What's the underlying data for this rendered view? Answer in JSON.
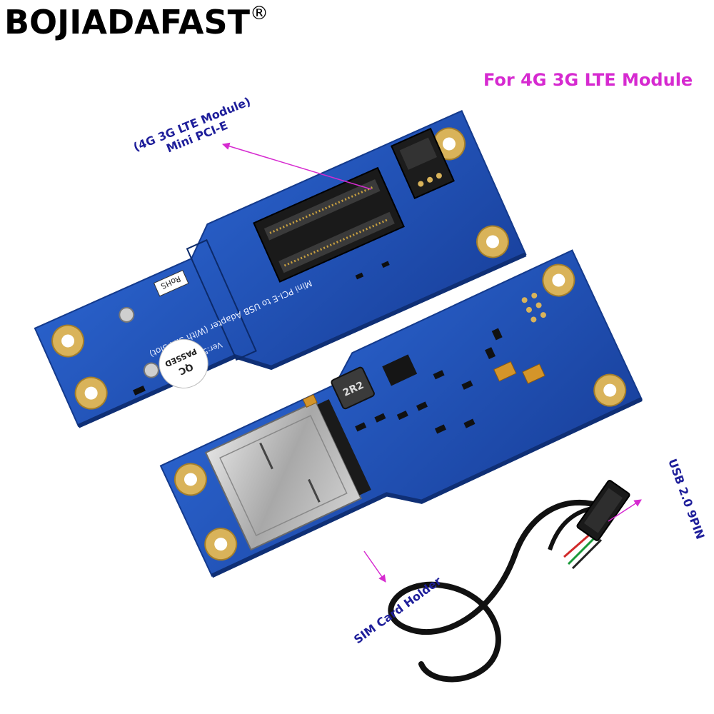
{
  "brand": {
    "name": "BOJIADAFAST",
    "mark": "®"
  },
  "headline": "For 4G 3G LTE Module",
  "callouts": {
    "mini_pcie_line1": "(4G 3G LTE Module)",
    "mini_pcie_line2": "Mini PCI-E",
    "sim_holder": "SIM Card Holder",
    "usb_header": "USB 2.0 9PIN"
  },
  "board_markings": {
    "adapter_text": "Mini PCI-E to USB Adapter (With SIM Slot)",
    "version": "Ver:5.0",
    "qc_stamp_line1": "QC",
    "qc_stamp_line2": "PASSED",
    "rohs": "RoHS",
    "inductor": "2R2"
  },
  "colors": {
    "accent_magenta": "#d62ad0",
    "label_navy": "#1e1e9a",
    "pcb_blue": "#1f4fb3",
    "pad_gold": "#d9b35a"
  }
}
